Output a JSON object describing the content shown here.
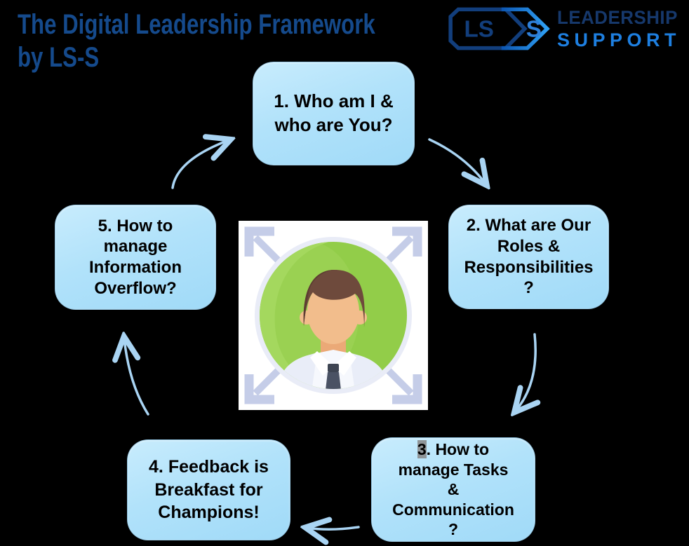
{
  "title": {
    "text": "The Digital Leadership Framework\nby LS-S"
  },
  "logo": {
    "mark_left_letters": "LS",
    "mark_right_letter": "S",
    "line1": "LEADERSHIP",
    "line2": "SUPPORT"
  },
  "steps": [
    {
      "id": 1,
      "text": "1. Who am I &\nwho are You?"
    },
    {
      "id": 2,
      "text": "2. What are Our\nRoles &\nResponsibilities\n?"
    },
    {
      "id": 3,
      "number_highlight": "3",
      "rest": ". How to\nmanage Tasks\n&\nCommunication\n?"
    },
    {
      "id": 4,
      "text": "4. Feedback is\nBreakfast for\nChampions!"
    },
    {
      "id": 5,
      "text": "5. How to\nmanage\nInformation\nOverflow?"
    }
  ],
  "icons": {
    "center": "person-expand-arrows-icon",
    "connectors": "curved-arrow-icon"
  },
  "colors": {
    "background": "#000000",
    "title_navy": "#154a8c",
    "logo_dark_navy": "#16386b",
    "logo_bright_blue": "#1e7fe0",
    "logo_mark_dark": "#123e7c",
    "logo_mark_gradient_start": "#0c55b0",
    "logo_mark_gradient_end": "#2fa0f4",
    "box_fill_top": "#c8ecfd",
    "box_fill_bottom": "#a0daf8",
    "box_text": "#000000",
    "highlight_gray": "#8f9598",
    "arrow_blue": "#a9d4f3",
    "icon_arrow_gray_blue": "#c5cde8",
    "icon_ring": "#e9ecf7",
    "icon_green": "#92cd49",
    "icon_green_light": "#a9dc64",
    "icon_skin": "#f2bd8c",
    "icon_hair": "#6e4a3c",
    "icon_hair_dark": "#5d3d32",
    "icon_shirt": "#f6f8fd",
    "icon_tie": "#4a5264"
  }
}
